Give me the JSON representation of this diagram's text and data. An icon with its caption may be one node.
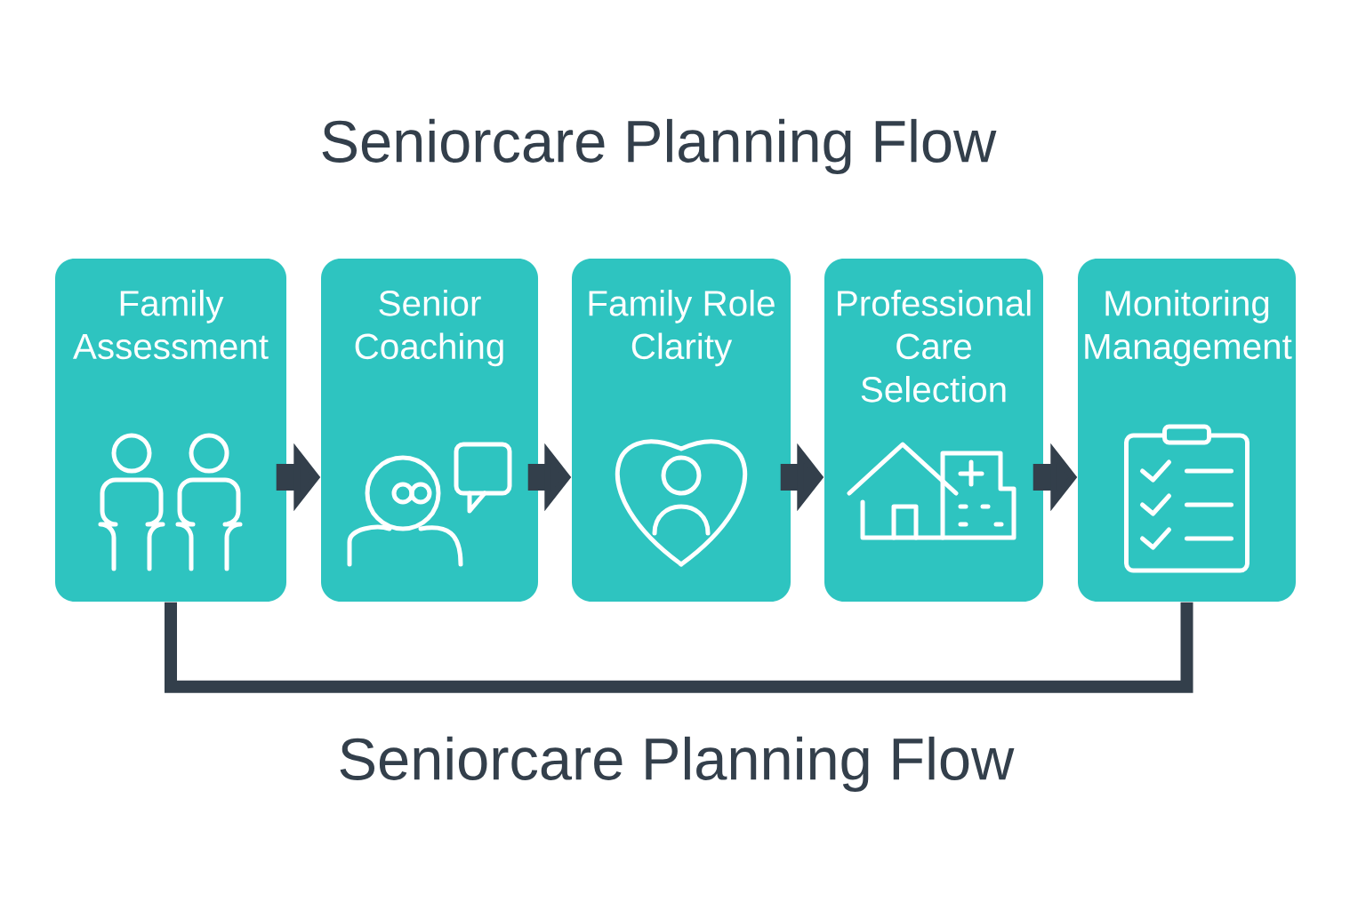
{
  "diagram": {
    "title": "Seniorcare Planning Flow",
    "caption": "Seniorcare Planning Flow",
    "nodes": [
      {
        "text": [
          "Family Assessment"
        ]
      },
      {
        "text": [
          "Senior Coaching"
        ]
      },
      {
        "text": [
          "Family Role Clarity"
        ]
      },
      {
        "text": [
          "Professional Care Selection"
        ]
      },
      {
        "text": [
          "Monitoring Management"
        ]
      }
    ],
    "edges": [
      {
        "from": 0,
        "to": 1,
        "arrow": "to"
      },
      {
        "from": 1,
        "to": 2,
        "arrow": "to"
      },
      {
        "from": 2,
        "to": 3,
        "arrow": "to"
      },
      {
        "from": 3,
        "to": 4,
        "arrow": "to"
      },
      {
        "from": 0,
        "to": 4,
        "arrow": "none"
      }
    ]
  }
}
